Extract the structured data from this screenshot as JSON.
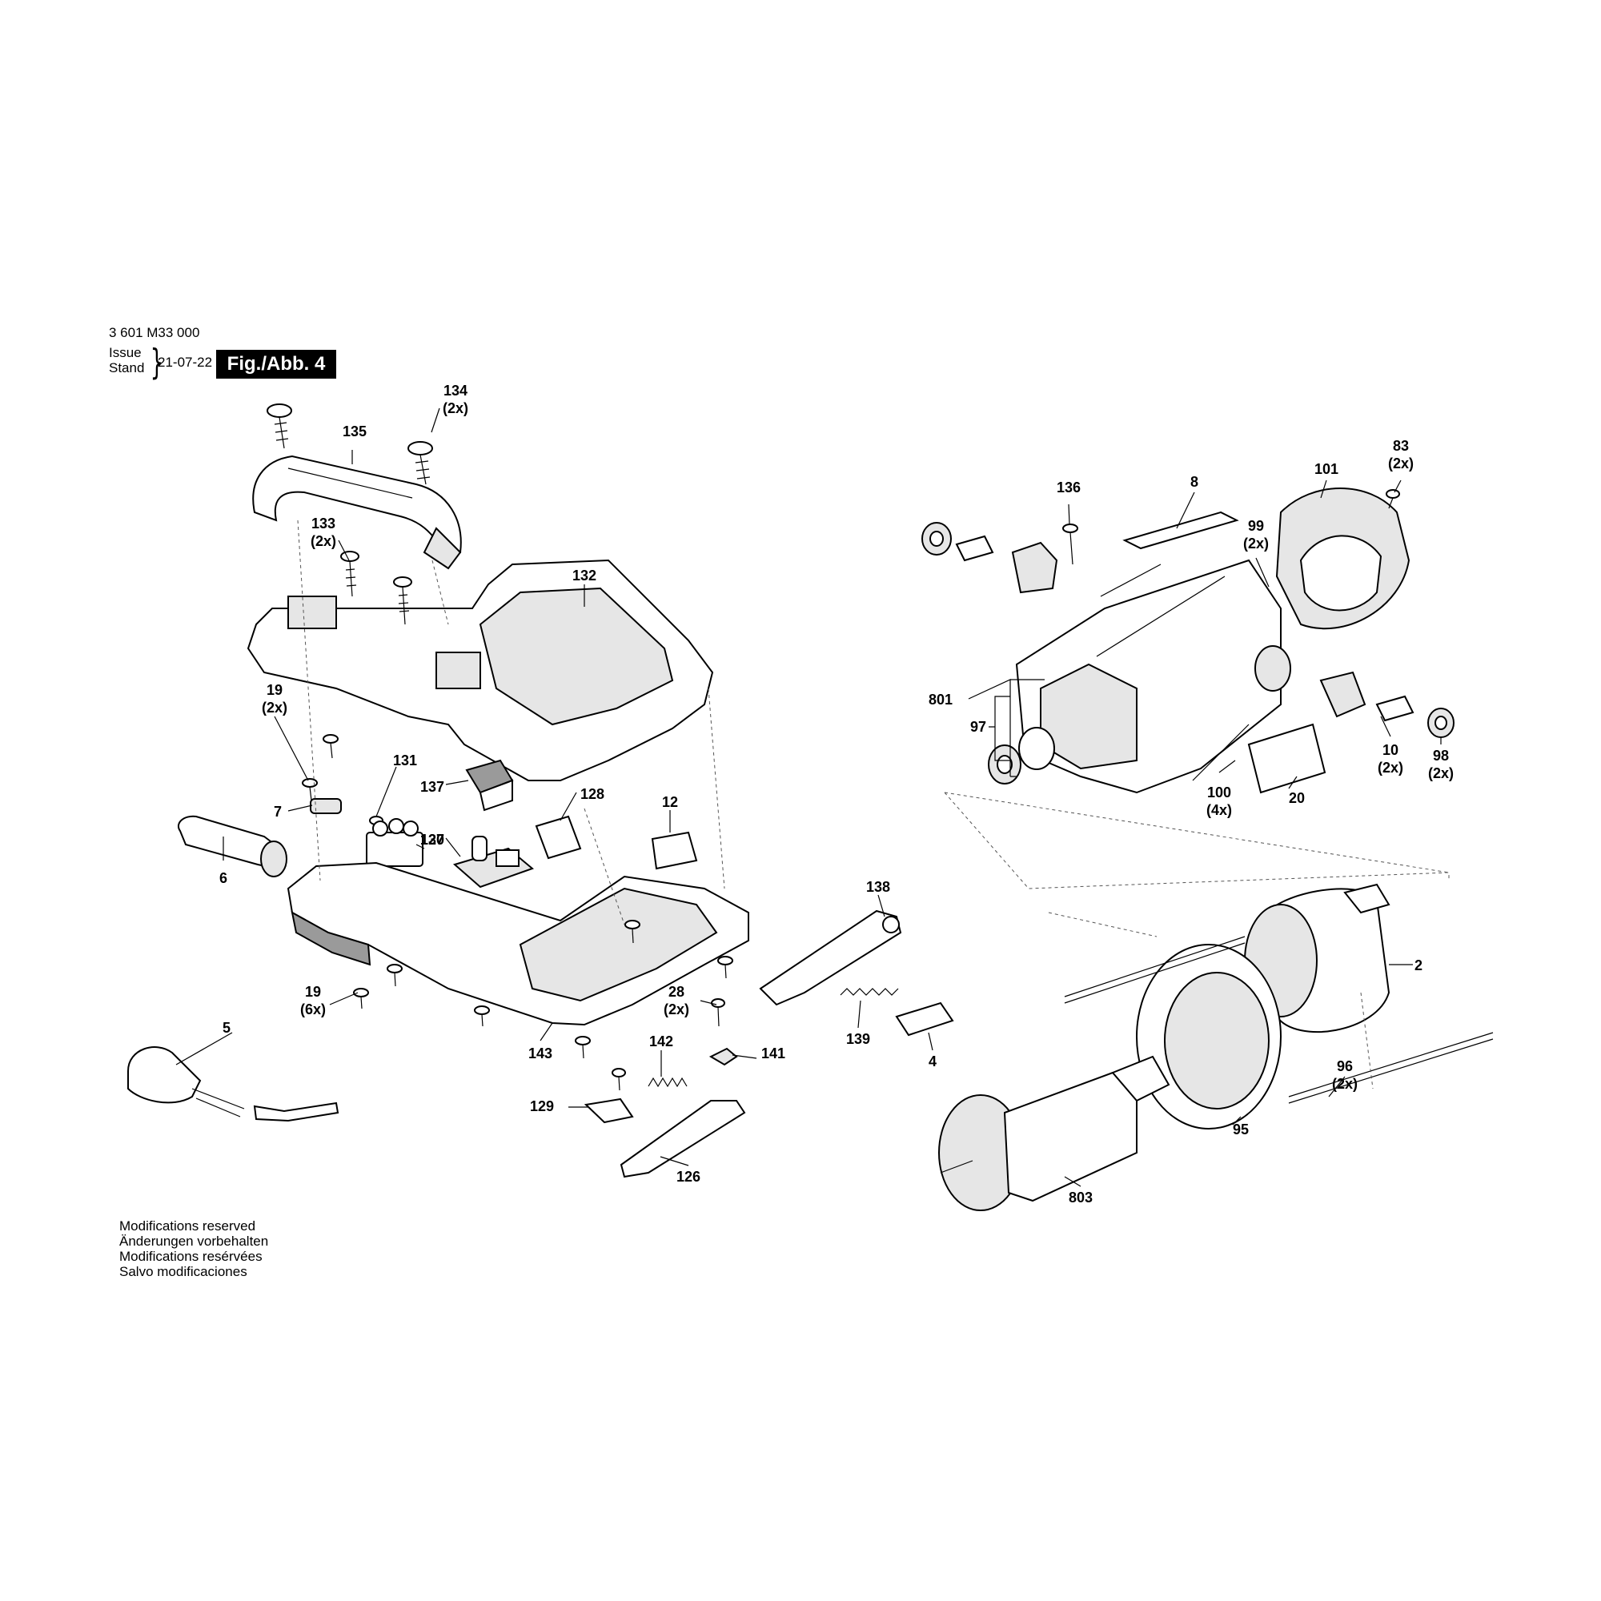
{
  "header": {
    "doc_number": "3 601 M33 000",
    "issue_label": "Issue",
    "stand_label": "Stand",
    "date": "21-07-22",
    "figure": "Fig./Abb. 4"
  },
  "footer": {
    "lines": [
      "Modifications reserved",
      "Änderungen vorbehalten",
      "Modifications resérvées",
      "Salvo modificaciones"
    ]
  },
  "callouts": [
    {
      "id": "134",
      "qty": "(2x)"
    },
    {
      "id": "135",
      "qty": ""
    },
    {
      "id": "133",
      "qty": "(2x)"
    },
    {
      "id": "132",
      "qty": ""
    },
    {
      "id": "19",
      "qty": "(2x)"
    },
    {
      "id": "131",
      "qty": ""
    },
    {
      "id": "137",
      "qty": ""
    },
    {
      "id": "128",
      "qty": ""
    },
    {
      "id": "12",
      "qty": ""
    },
    {
      "id": "7",
      "qty": ""
    },
    {
      "id": "130",
      "qty": ""
    },
    {
      "id": "127",
      "qty": ""
    },
    {
      "id": "6",
      "qty": ""
    },
    {
      "id": "19",
      "qty": "(6x)"
    },
    {
      "id": "28",
      "qty": "(2x)"
    },
    {
      "id": "143",
      "qty": ""
    },
    {
      "id": "142",
      "qty": ""
    },
    {
      "id": "141",
      "qty": ""
    },
    {
      "id": "5",
      "qty": ""
    },
    {
      "id": "129",
      "qty": ""
    },
    {
      "id": "126",
      "qty": ""
    },
    {
      "id": "138",
      "qty": ""
    },
    {
      "id": "139",
      "qty": ""
    },
    {
      "id": "4",
      "qty": ""
    },
    {
      "id": "136",
      "qty": ""
    },
    {
      "id": "8",
      "qty": ""
    },
    {
      "id": "101",
      "qty": ""
    },
    {
      "id": "83",
      "qty": "(2x)"
    },
    {
      "id": "99",
      "qty": "(2x)"
    },
    {
      "id": "801",
      "qty": ""
    },
    {
      "id": "97",
      "qty": ""
    },
    {
      "id": "100",
      "qty": "(4x)"
    },
    {
      "id": "20",
      "qty": ""
    },
    {
      "id": "10",
      "qty": "(2x)"
    },
    {
      "id": "98",
      "qty": "(2x)"
    },
    {
      "id": "2",
      "qty": ""
    },
    {
      "id": "95",
      "qty": ""
    },
    {
      "id": "96",
      "qty": "(2x)"
    },
    {
      "id": "803",
      "qty": ""
    }
  ]
}
